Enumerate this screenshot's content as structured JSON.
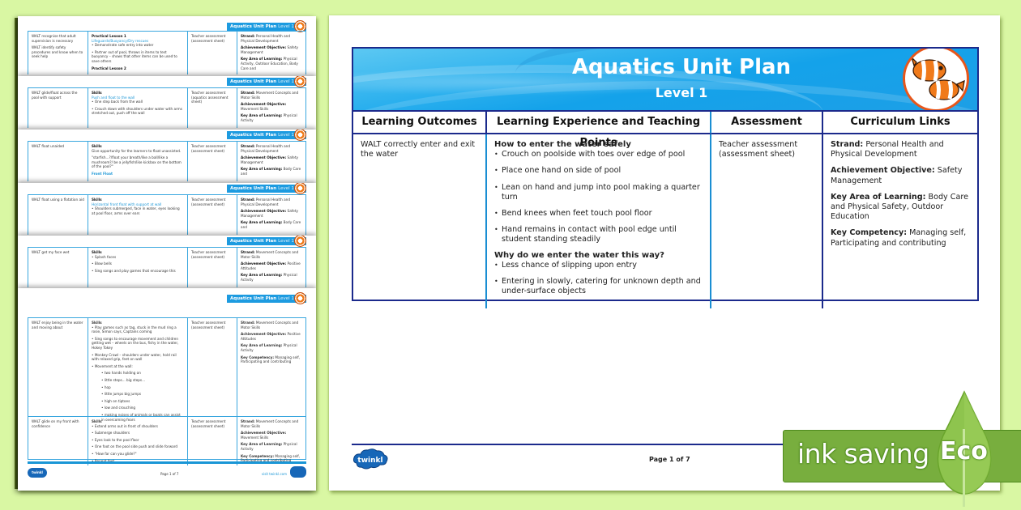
{
  "document": {
    "title": "Aquatics Unit Plan",
    "subtitle": "Level 1",
    "columns": [
      "Learning Outcomes",
      "Learning Experience and Teaching Points",
      "Assessment",
      "Curriculum Links"
    ],
    "row": {
      "outcome": "WALT correctly enter and exit the water",
      "experience": {
        "heading1": "How to enter the water safely",
        "bullets1": [
          "Crouch on poolside with toes over edge of pool",
          "Place one hand on side of pool",
          "Lean on hand and jump into pool making a quarter turn",
          "Bend knees when feet touch pool floor",
          "Hand remains in contact with pool edge until student standing steadily"
        ],
        "heading2": "Why do we enter the water this way?",
        "bullets2": [
          "Less chance of slipping upon entry",
          "Entering in slowly, catering for unknown depth and under-surface objects"
        ]
      },
      "assessment": "Teacher assessment (assessment sheet)",
      "curriculum": [
        {
          "label": "Strand:",
          "value": "Personal Health and Physical Development"
        },
        {
          "label": "Achievement Objective:",
          "value": "Safety Management"
        },
        {
          "label": "Key Area of Learning:",
          "value": "Body Care and Physical Safety, Outdoor Education"
        },
        {
          "label": "Key Competency:",
          "value": "Managing self, Participating and contributing"
        }
      ]
    },
    "footer": {
      "logo": "twinkl",
      "page_label": "Page 1 of 7"
    }
  },
  "preview_pages": {
    "banner_title": "Aquatics Unit Plan",
    "banner_level": "Level 1",
    "pages": [
      {
        "outcome": [
          "WALT recognise that adult supervision is necessary",
          "WALT identify safety procedures and know when to seek help"
        ],
        "exp_head": "Practical Lesson 1",
        "exp_sub": "Lifeguards/Buoyancy/Dry rescues",
        "exp_items": [
          "Demonstrate safe entry into water",
          "Partner out of pool, throws in items to test buoyancy – shows that other items can be used to save others"
        ],
        "exp_tail": "Practical Lesson 2",
        "assessment": "Teacher assessment (assessment sheet)",
        "links": [
          [
            "Strand:",
            "Personal Health and Physical Development"
          ],
          [
            "Achievement Objective:",
            "Safety Management"
          ],
          [
            "Key Area of Learning:",
            "Physical Activity, Outdoor Education, Body Care and"
          ]
        ]
      },
      {
        "outcome": [
          "WALT glide/float across the pool with support"
        ],
        "exp_head": "Skills",
        "exp_sub": "Push and float to the wall",
        "exp_items": [
          "One step back from the wall",
          "Crouch down with shoulders under water with arms stretched out, push off the wall"
        ],
        "exp_tail": "",
        "assessment": "Teacher assessment (aquatics assessment sheet)",
        "links": [
          [
            "Strand:",
            "Movement Concepts and Motor Skills"
          ],
          [
            "Achievement Objective:",
            "Movement Skills"
          ],
          [
            "Key Area of Learning:",
            "Physical Activity"
          ]
        ]
      },
      {
        "outcome": [
          "WALT float unaided"
        ],
        "exp_head": "Skills",
        "exp_sub": "",
        "exp_items_plain": [
          "Give opportunity for the learners to float unassisted.",
          "\"starfish...?/float your breath/like a ball/like a mushroom?/ be a jellyfish/like kickbox on the bottom of the pool?\""
        ],
        "exp_tail": "Front Float",
        "assessment": "Teacher assessment (assessment sheet)",
        "links": [
          [
            "Strand:",
            "Personal Health and Physical Development"
          ],
          [
            "Achievement Objective:",
            "Safety Management"
          ],
          [
            "Key Area of Learning:",
            "Body Care and"
          ]
        ]
      },
      {
        "outcome": [
          "WALT float using a flotation aid"
        ],
        "exp_head": "Skills",
        "exp_sub": "Horizontal front float with support at wall",
        "exp_items": [
          "Shoulders submerged, face in water, eyes looking at pool floor, arms over ears"
        ],
        "exp_tail": "",
        "assessment": "Teacher assessment (assessment sheet)",
        "links": [
          [
            "Strand:",
            "Personal Health and Physical Development"
          ],
          [
            "Achievement Objective:",
            "Safety Management"
          ],
          [
            "Key Area of Learning:",
            "Body Care and"
          ]
        ]
      },
      {
        "outcome": [
          "WALT get my face wet"
        ],
        "exp_head": "Skills",
        "exp_sub": "",
        "exp_items": [
          "Splash faces",
          "Blow bells",
          "Sing songs and play games that encourage this"
        ],
        "exp_tail": "",
        "assessment": "Teacher assessment (assessment sheet)",
        "links": [
          [
            "Strand:",
            "Movement Concepts and Motor Skills"
          ],
          [
            "Achievement Objective:",
            "Positive Attitudes"
          ],
          [
            "Key Area of Learning:",
            "Physical Activity"
          ]
        ]
      },
      {
        "outcome": [
          "WALT enjoy being in the water and moving about"
        ],
        "exp_head": "Skills",
        "exp_sub": "",
        "exp_items": [
          "Play games such as tag, stuck in the mud ring a rosie, Simon says, Captains coming",
          "Sing songs to encourage movement and children getting wet – wheels on the bus, fishy in the water, Hokey Tokey",
          "Monkey Crawl – shoulders under water, hold rail with relaxed grip, feet on wall",
          "Movement at the wall:"
        ],
        "exp_sub_items": [
          "two hands holding on",
          "little steps... big steps...",
          "hop",
          "little jumps big jumps",
          "high on tiptoes",
          "low and crouching",
          "making noises of animals or boats can assist in overcoming fears"
        ],
        "exp_tail": "",
        "assessment": "Teacher assessment (assessment sheet)",
        "links": [
          [
            "Strand:",
            "Movement Concepts and Motor Skills"
          ],
          [
            "Achievement Objective:",
            "Positive Attitudes"
          ],
          [
            "Key Area of Learning:",
            "Physical Activity"
          ],
          [
            "Key Competency:",
            "Managing self, Participating and contributing"
          ]
        ]
      },
      {
        "outcome": [
          "WALT glide on my front with confidence"
        ],
        "exp_head": "Skills",
        "exp_sub": "",
        "exp_items": [
          "Extend arms out in front of shoulders",
          "Submerge shoulders",
          "Eyes look to the pool floor",
          "One foot on the pool side push and slide forward",
          "\"How far can you glide?\"",
          "Repeat feet"
        ],
        "exp_tail": "",
        "assessment": "Teacher assessment (assessment sheet)",
        "links": [
          [
            "Strand:",
            "Movement Concepts and Motor Skills"
          ],
          [
            "Achievement Objective:",
            "Movement Skills"
          ],
          [
            "Key Area of Learning:",
            "Physical Activity"
          ],
          [
            "Key Competency:",
            "Managing self, Participating and contributing"
          ]
        ]
      }
    ],
    "footer_page_label": "Page 1 of 7",
    "footer_logo": "twinkl",
    "footer_url": "visit twinkl.com"
  },
  "eco_badge": {
    "label": "ink saving",
    "word": "Eco"
  },
  "colors": {
    "background": "#d9f7a3",
    "banner_blue": "#1d9fe6",
    "table_border": "#1b2a8c",
    "eco_green": "#78ae3e",
    "fish_orange": "#f07a1a"
  }
}
